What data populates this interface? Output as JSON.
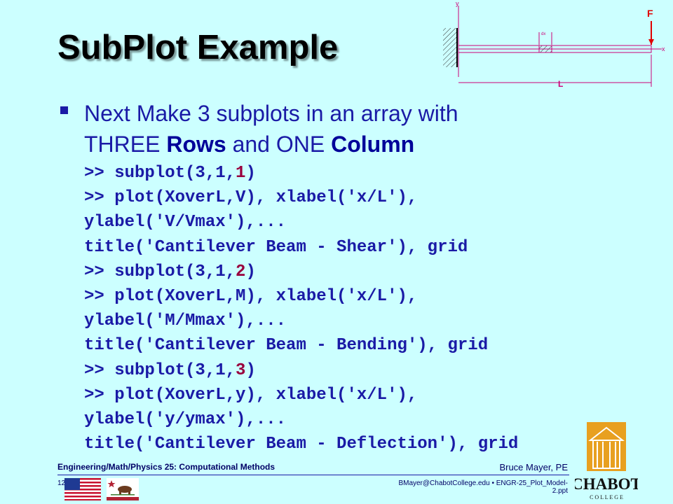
{
  "slide": {
    "title": "SubPlot Example",
    "bullet": {
      "line1": "Next Make 3 subplots in an array with",
      "line2_a": "THREE ",
      "line2_b": "Rows",
      "line2_c": " and ONE ",
      "line2_d": "Column"
    },
    "code": {
      "sp1_a": ">> subplot(3,1,",
      "sp1_n": "1",
      "sp1_b": ")",
      "l2": ">> plot(XoverL,V), xlabel('x/L'),",
      "l3": "ylabel('V/Vmax'),...",
      "l4": "title('Cantilever Beam - Shear'), grid",
      "sp2_a": ">> subplot(3,1,",
      "sp2_n": "2",
      "sp2_b": ")",
      "l6": ">> plot(XoverL,M), xlabel('x/L'),",
      "l7": "ylabel('M/Mmax'),...",
      "l8": "title('Cantilever Beam - Bending'), grid",
      "sp3_a": ">> subplot(3,1,",
      "sp3_n": "3",
      "sp3_b": ")",
      "l10": ">> plot(XoverL,y), xlabel('x/L'),",
      "l11": "ylabel('y/ymax'),...",
      "l12": "title('Cantilever Beam - Deflection'), grid"
    }
  },
  "diagram": {
    "y_label": "y",
    "x_label": "x",
    "force_label": "F",
    "length_label": "L",
    "dx_label": "dx"
  },
  "footer": {
    "course": "Engineering/Math/Physics 25: Computational Methods",
    "author": "Bruce Mayer, PE",
    "page": "12",
    "file": "BMayer@ChabotCollege.edu • ENGR-25_Plot_Model-2.ppt",
    "logo_name": "CHABOT",
    "logo_sub": "C O L L E G E"
  },
  "colors": {
    "background": "#ccffff",
    "text_blue": "#1a1aa6",
    "arg_red": "#99003d",
    "diagram_magenta": "#cc0077",
    "force_red": "#e00000",
    "logo_gold": "#e8a020"
  }
}
